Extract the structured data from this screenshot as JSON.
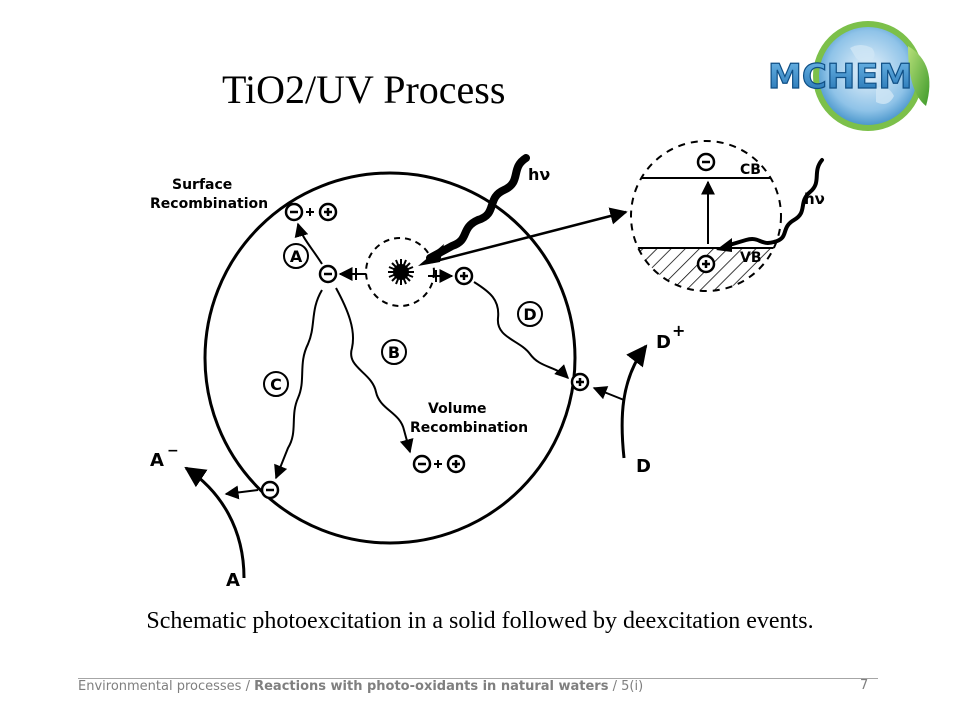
{
  "slide": {
    "title": "TiO2/UV Process",
    "caption": "Schematic photoexcitation in a solid followed by deexcitation events.",
    "footer": {
      "prefix": "Environmental processes / ",
      "bold": "Reactions with photo-oxidants in natural waters",
      "suffix": " / 5(i)",
      "page": "7"
    },
    "logo_text": "MCHEM"
  },
  "diagram": {
    "labels": {
      "surface_recombination_1": "Surface",
      "surface_recombination_2": "Recombination",
      "volume_recombination_1": "Volume",
      "volume_recombination_2": "Recombination",
      "hv_main": "hν",
      "hv_inset": "hν",
      "cb": "CB",
      "vb": "VB",
      "path_a": "A",
      "path_b": "B",
      "path_c": "C",
      "path_d": "D",
      "a_minus": "A",
      "a_minus_sup": "−",
      "a": "A",
      "d_plus": "D",
      "d_plus_sup": "+",
      "d": "D"
    }
  }
}
